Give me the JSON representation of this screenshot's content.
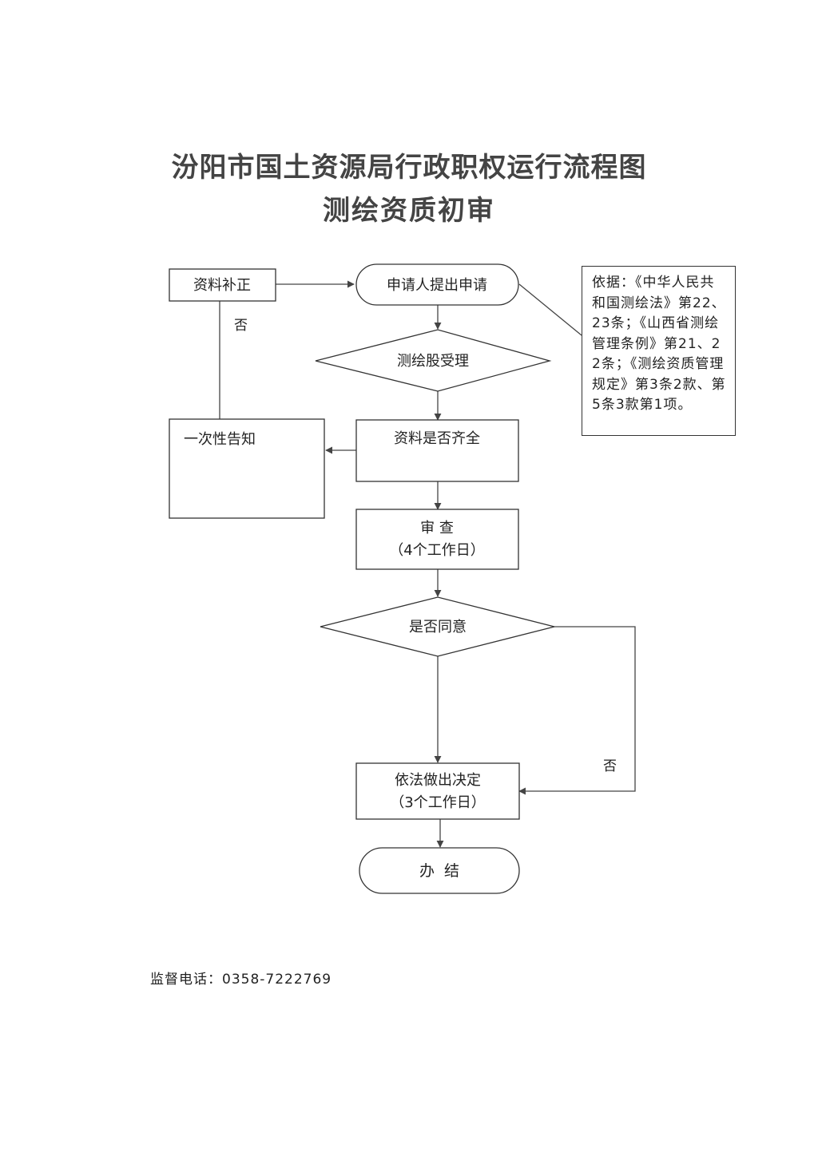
{
  "title": {
    "line1": "汾阳市国土资源局行政职权运行流程图",
    "line2": "测绘资质初审"
  },
  "nodes": {
    "apply": "申请人提出申请",
    "accept": "测绘股受理",
    "complete_check": "资料是否齐全",
    "review_line1": "审 查",
    "review_line2": "（4个工作日）",
    "agree_check": "是否同意",
    "decision_line1": "依法做出决定",
    "decision_line2": "（3个工作日）",
    "finish": "办  结",
    "supplement": "资料补正",
    "notify": "一次性告知"
  },
  "labels": {
    "no_left": "否",
    "no_right": "否"
  },
  "basis": "依据：《中华人民共和国测绘法》第22、23条；《山西省测绘管理条例》第21、22条；《测绘资质管理规定》第3条2款、第5条3款第1项。",
  "footer": {
    "supervise": "监督电话：0358-7222769"
  }
}
